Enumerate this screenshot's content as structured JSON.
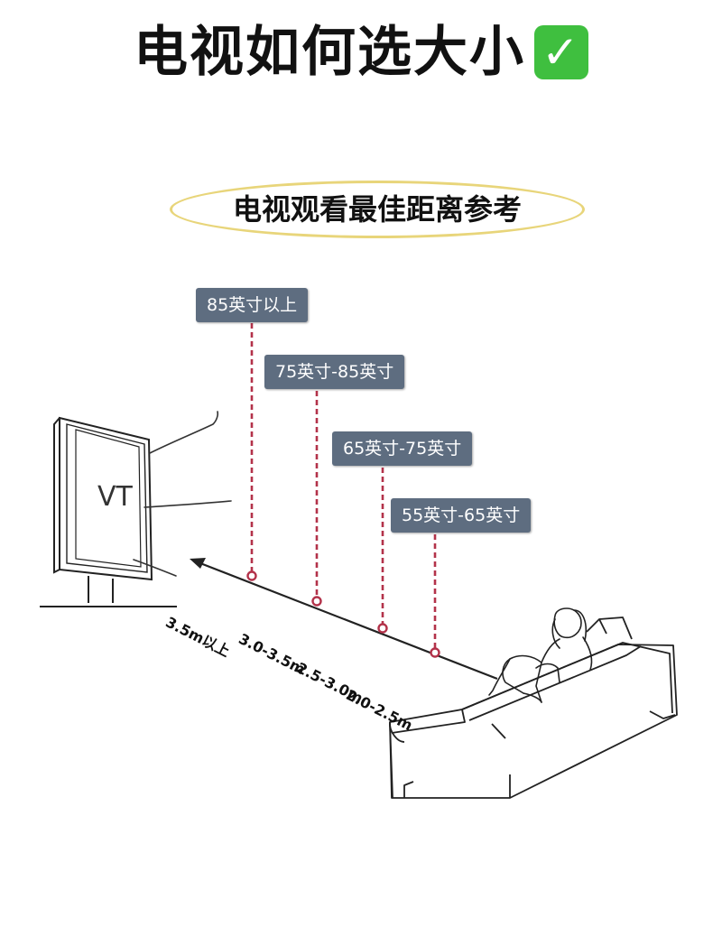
{
  "title": "电视如何选大小",
  "title_icon": "check-mark-icon",
  "subtitle": "电视观看最佳距离参考",
  "tv_text": "VT",
  "colors": {
    "label_bg": "#5e6d80",
    "dashed_line": "#b3324a",
    "ellipse": "#e8d57a",
    "check": "#3fbf3f"
  },
  "labels": [
    {
      "size": "85英寸以上",
      "distance": "3.5m以上"
    },
    {
      "size": "75英寸-85英寸",
      "distance": "3.0-3.5m"
    },
    {
      "size": "65英寸-75英寸",
      "distance": "2.5-3.0m"
    },
    {
      "size": "55英寸-65英寸",
      "distance": "2.0-2.5m"
    }
  ]
}
